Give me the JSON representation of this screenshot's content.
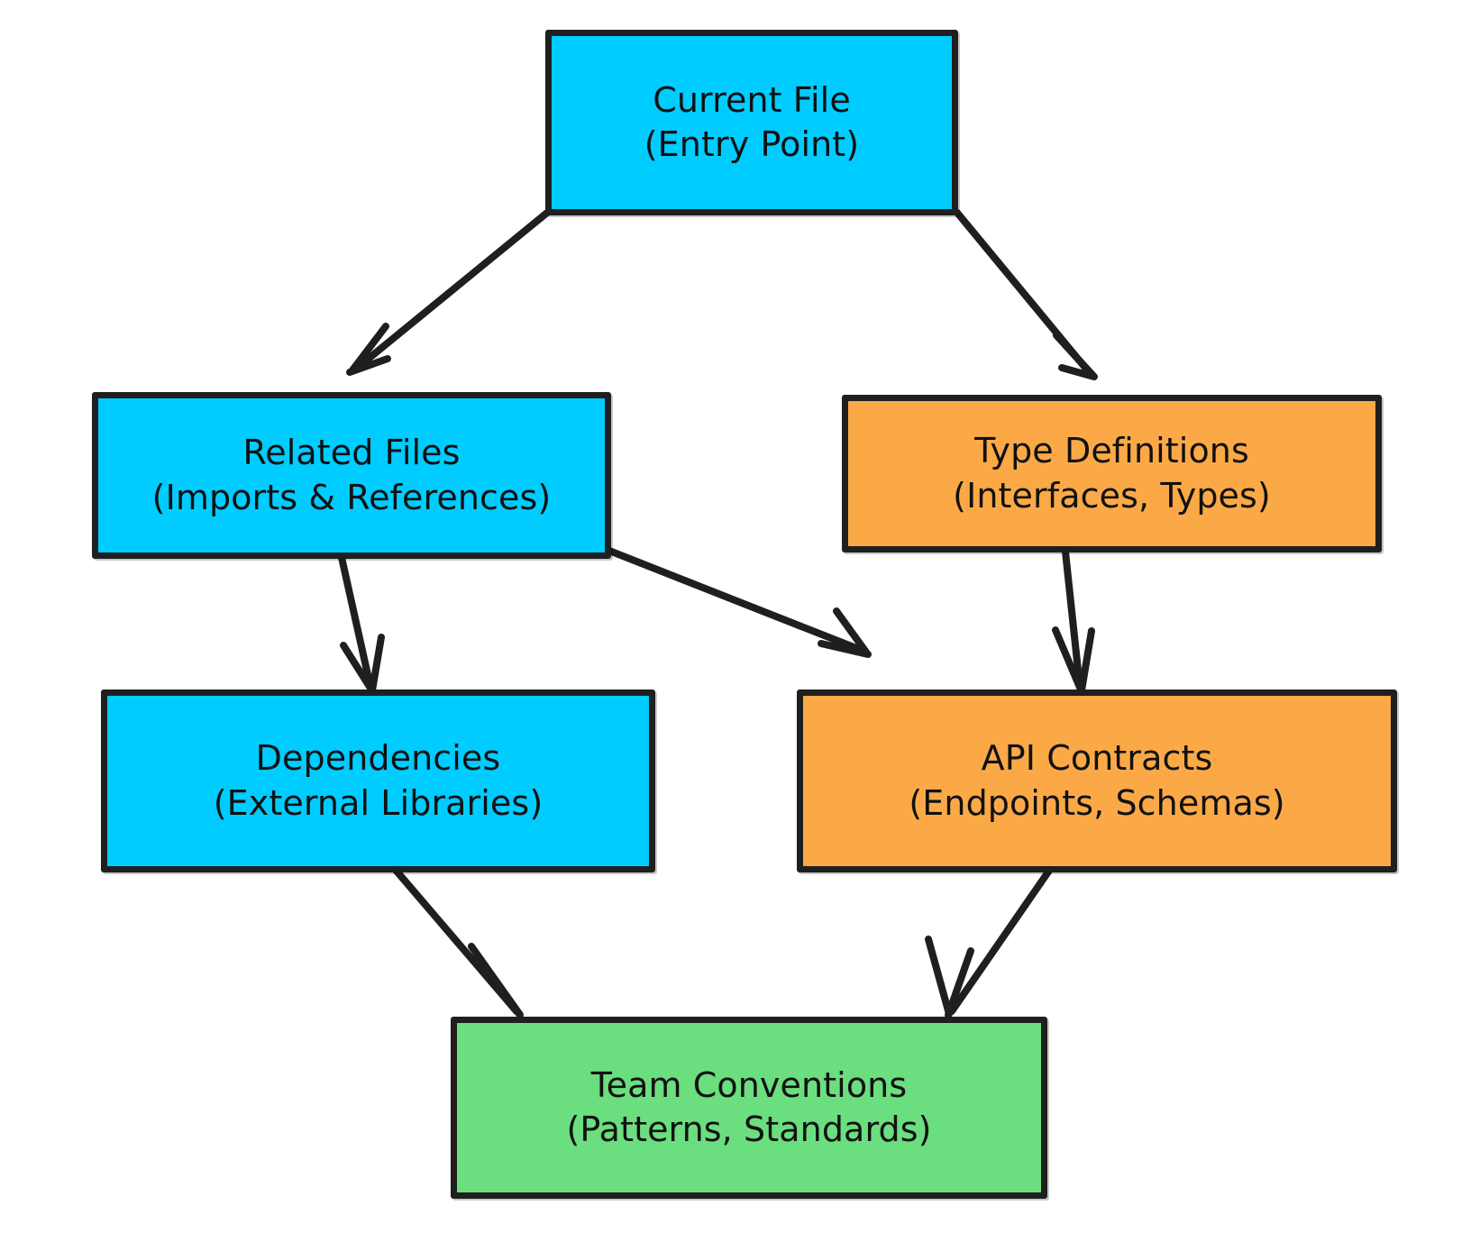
{
  "diagram": {
    "type": "flowchart",
    "direction": "top-down",
    "background": "#ffffff",
    "edge_color": "#1f1f1f",
    "border_color": "#1f1f1f",
    "palette": {
      "cyan": "#00CCFF",
      "orange": "#FBA947",
      "green": "#6BDE7F"
    },
    "nodes": [
      {
        "id": "current-file",
        "line1": "Current File",
        "line2": "(Entry Point)",
        "color": "#00CCFF"
      },
      {
        "id": "related-files",
        "line1": "Related Files",
        "line2": "(Imports & References)",
        "color": "#00CCFF"
      },
      {
        "id": "type-definitions",
        "line1": "Type Definitions",
        "line2": "(Interfaces, Types)",
        "color": "#FBA947"
      },
      {
        "id": "dependencies",
        "line1": "Dependencies",
        "line2": "(External Libraries)",
        "color": "#00CCFF"
      },
      {
        "id": "api-contracts",
        "line1": "API Contracts",
        "line2": "(Endpoints, Schemas)",
        "color": "#FBA947"
      },
      {
        "id": "team-conventions",
        "line1": "Team Conventions",
        "line2": "(Patterns, Standards)",
        "color": "#6BDE7F"
      }
    ],
    "edges": [
      {
        "from": "current-file",
        "to": "related-files",
        "label": ""
      },
      {
        "from": "current-file",
        "to": "type-definitions",
        "label": ""
      },
      {
        "from": "related-files",
        "to": "dependencies",
        "label": ""
      },
      {
        "from": "related-files",
        "to": "api-contracts",
        "label": ""
      },
      {
        "from": "type-definitions",
        "to": "api-contracts",
        "label": ""
      },
      {
        "from": "dependencies",
        "to": "team-conventions",
        "label": ""
      },
      {
        "from": "api-contracts",
        "to": "team-conventions",
        "label": ""
      }
    ]
  }
}
